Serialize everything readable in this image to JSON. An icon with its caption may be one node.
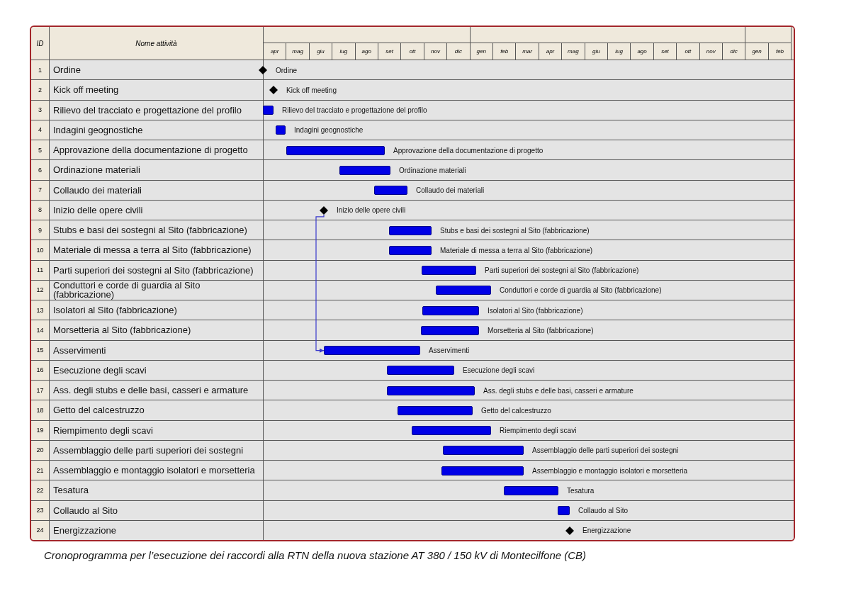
{
  "diagram": {
    "caption": "Cronoprogramma per l’esecuzione dei raccordi alla RTN della nuova stazione AT 380 / 150 kV di Montecilfone (CB)",
    "nodes": [
      {
        "text": [],
        "shape": "diamond",
        "beside": [
          "Ordine"
        ]
      },
      {
        "text": [],
        "shape": "diamond",
        "beside": [
          "Kick off meeting"
        ]
      },
      {
        "text": [],
        "shape": "bar",
        "beside": [
          "Rilievo del tracciato e progettazione del profilo"
        ]
      },
      {
        "text": [],
        "shape": "bar",
        "beside": [
          "Indagini geognostiche"
        ]
      },
      {
        "text": [],
        "shape": "bar",
        "beside": [
          "Approvazione della documentazione di progetto"
        ]
      },
      {
        "text": [],
        "shape": "bar",
        "beside": [
          "Ordinazione materiali"
        ]
      },
      {
        "text": [],
        "shape": "bar",
        "beside": [
          "Collaudo dei materiali"
        ]
      },
      {
        "text": [],
        "shape": "diamond",
        "beside": [
          "Inizio delle opere civili"
        ]
      },
      {
        "text": [],
        "shape": "bar",
        "beside": [
          "Stubs e basi dei sostegni al Sito (fabbricazione)"
        ]
      },
      {
        "text": [],
        "shape": "bar",
        "beside": [
          "Materiale di messa a terra al Sito (fabbricazione)"
        ]
      },
      {
        "text": [],
        "shape": "bar",
        "beside": [
          "Parti superiori dei sostegni al Sito (fabbricazione)"
        ]
      },
      {
        "text": [],
        "shape": "bar",
        "beside": [
          "Conduttori e corde di guardia al Sito (fabbricazione)"
        ]
      },
      {
        "text": [],
        "shape": "bar",
        "beside": [
          "Isolatori al Sito (fabbricazione)"
        ]
      },
      {
        "text": [],
        "shape": "bar",
        "beside": [
          "Morsetteria al Sito (fabbricazione)"
        ]
      },
      {
        "text": [],
        "shape": "bar",
        "beside": [
          "Asservimenti"
        ]
      },
      {
        "text": [],
        "shape": "bar",
        "beside": [
          "Esecuzione degli scavi"
        ]
      },
      {
        "text": [],
        "shape": "bar",
        "beside": [
          "Ass. degli stubs e delle basi, casseri e armature"
        ]
      },
      {
        "text": [],
        "shape": "bar",
        "beside": [
          "Getto del calcestruzzo"
        ]
      },
      {
        "text": [],
        "shape": "bar",
        "beside": [
          "Riempimento degli scavi"
        ]
      },
      {
        "text": [],
        "shape": "bar",
        "beside": [
          "Assemblaggio delle parti superiori dei sostegni"
        ]
      },
      {
        "text": [],
        "shape": "bar",
        "beside": [
          "Assemblaggio e montaggio isolatori e morsetteria"
        ]
      },
      {
        "text": [],
        "shape": "bar",
        "beside": [
          "Tesatura"
        ]
      },
      {
        "text": [],
        "shape": "bar",
        "beside": [
          "Collaudo al Sito"
        ]
      },
      {
        "text": [],
        "shape": "diamond",
        "beside": [
          "Energizzazione"
        ]
      }
    ],
    "edges": [
      {
        "from": 7,
        "to": 14,
        "arrow": "to"
      }
    ],
    "labels": [
      "ID",
      "Nome attività",
      "apr",
      "mag",
      "giu",
      "lug",
      "ago",
      "set",
      "ott",
      "nov",
      "dic",
      "gen",
      "feb",
      "mar",
      "apr",
      "mag",
      "giu",
      "lug",
      "ago",
      "set",
      "ott",
      "nov",
      "dic",
      "gen",
      "feb",
      "1",
      "Ordine",
      "2",
      "Kick off meeting",
      "3",
      "Rilievo del tracciato e progettazione del profilo",
      "4",
      "Indagini geognostiche",
      "5",
      "Approvazione della documentazione di progetto",
      "6",
      "Ordinazione materiali",
      "7",
      "Collaudo dei materiali",
      "8",
      "Inizio delle opere civili",
      "9",
      "Stubs e basi dei sostegni al Sito (fabbricazione)",
      "10",
      "Materiale di messa a terra al Sito (fabbricazione)",
      "11",
      "Parti superiori dei sostegni al Sito (fabbricazione)",
      "12",
      "Conduttori e corde di guardia al Sito (fabbricazione)",
      "13",
      "Isolatori al Sito (fabbricazione)",
      "14",
      "Morsetteria al Sito (fabbricazione)",
      "15",
      "Asservimenti",
      "16",
      "Esecuzione degli scavi",
      "17",
      "Ass. degli stubs e delle basi, casseri e armature",
      "18",
      "Getto del calcestruzzo",
      "19",
      "Riempimento degli scavi",
      "20",
      "Assemblaggio delle parti superiori dei sostegni",
      "21",
      "Assemblaggio e montaggio isolatori e morsetteria",
      "22",
      "Tesatura",
      "23",
      "Collaudo al Sito",
      "24",
      "Energizzazione"
    ]
  }
}
